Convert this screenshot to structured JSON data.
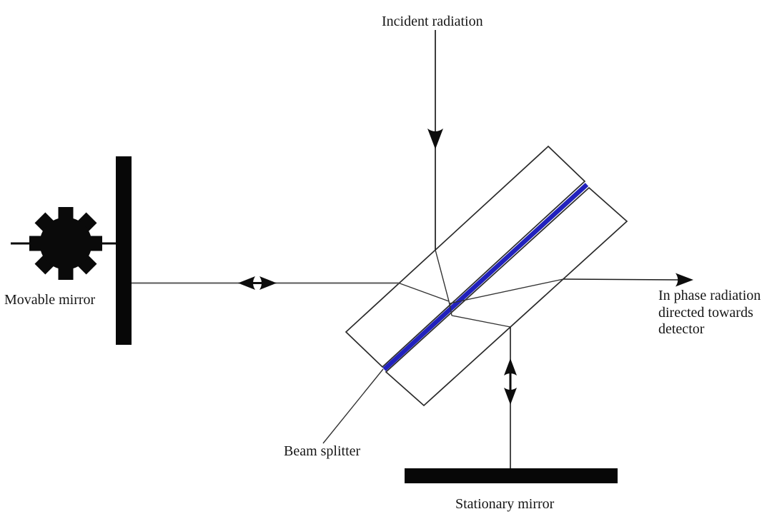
{
  "labels": {
    "incident_radiation": "Incident radiation",
    "movable_mirror": "Movable mirror",
    "beam_splitter": "Beam splitter",
    "stationary_mirror": "Stationary mirror",
    "detector_caption": {
      "line1": "In phase radiation",
      "line2": "directed towards",
      "line3": "detector"
    }
  },
  "icons": {
    "incident_arrow": "arrow-down-icon",
    "detector_arrow": "arrow-right-icon",
    "movable_mirror_travel": "double-arrow-horizontal-icon",
    "stationary_mirror_travel": "double-arrow-vertical-icon",
    "drive_gear": "gear-icon"
  },
  "colors": {
    "background": "#ffffff",
    "line": "#1c1c1c",
    "ray": "#333333",
    "beam": "#5a5a5a",
    "mirror_fill": "#070707",
    "splitter_coating_blue": "#2121bd"
  }
}
